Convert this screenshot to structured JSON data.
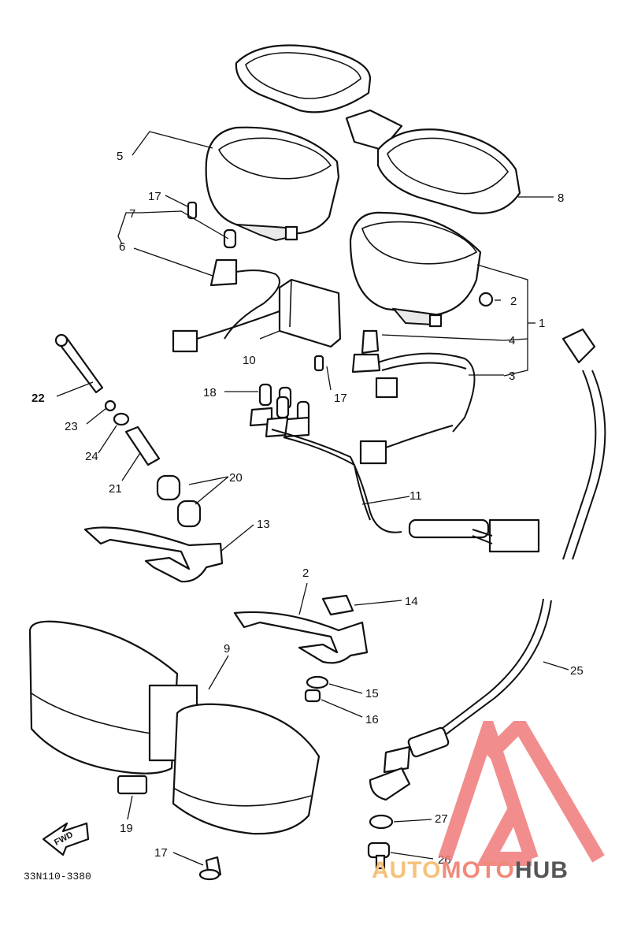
{
  "diagram": {
    "part_code": "33N110-3380",
    "direction_marker": "FWD",
    "callouts": {
      "c1": "1",
      "c2a": "2",
      "c2b": "2",
      "c3": "3",
      "c4": "4",
      "c5": "5",
      "c6": "6",
      "c7": "7",
      "c8": "8",
      "c9": "9",
      "c10": "10",
      "c11": "11",
      "c13": "13",
      "c14": "14",
      "c15": "15",
      "c16": "16",
      "c17a": "17",
      "c17b": "17",
      "c17c": "17",
      "c18": "18",
      "c19": "19",
      "c20": "20",
      "c21": "21",
      "c22": "22",
      "c23": "23",
      "c24": "24",
      "c25": "25",
      "c26": "26",
      "c27": "27"
    }
  },
  "watermark": {
    "part1": "AUTO",
    "part2": "MOTO",
    "part3": "HUB",
    "colors": {
      "auto": "#f5c27a",
      "moto": "#f08a7a",
      "hub": "#555555",
      "logo": "#f07a7a"
    }
  }
}
